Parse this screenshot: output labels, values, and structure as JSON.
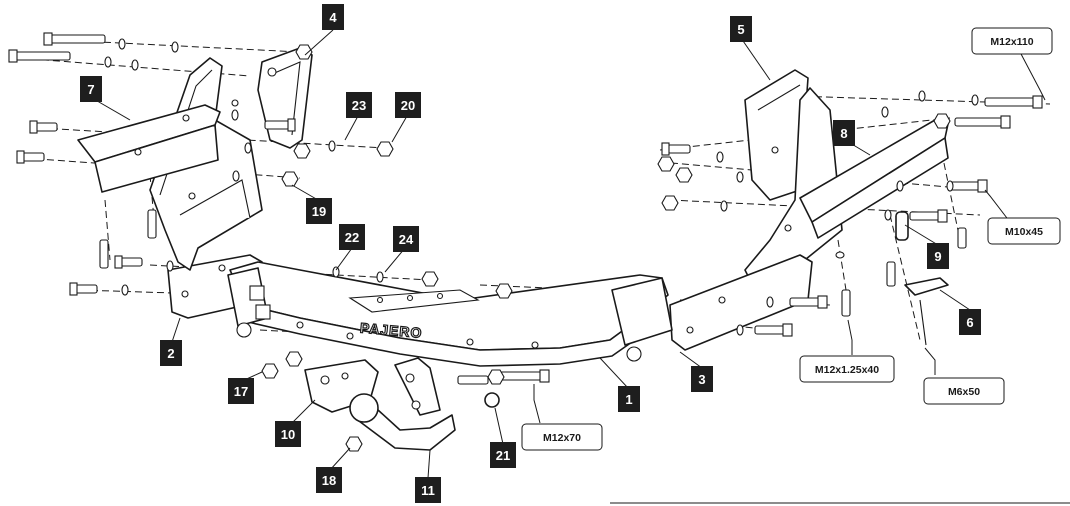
{
  "callouts": [
    {
      "id": "p1",
      "label": "1"
    },
    {
      "id": "p2",
      "label": "2"
    },
    {
      "id": "p3",
      "label": "3"
    },
    {
      "id": "p4",
      "label": "4"
    },
    {
      "id": "p5",
      "label": "5"
    },
    {
      "id": "p6",
      "label": "6"
    },
    {
      "id": "p7",
      "label": "7"
    },
    {
      "id": "p8",
      "label": "8"
    },
    {
      "id": "p9",
      "label": "9"
    },
    {
      "id": "p10",
      "label": "10"
    },
    {
      "id": "p11",
      "label": "11"
    },
    {
      "id": "p17",
      "label": "17"
    },
    {
      "id": "p18",
      "label": "18"
    },
    {
      "id": "p19",
      "label": "19"
    },
    {
      "id": "p20",
      "label": "20"
    },
    {
      "id": "p21",
      "label": "21"
    },
    {
      "id": "p22",
      "label": "22"
    },
    {
      "id": "p23",
      "label": "23"
    },
    {
      "id": "p24",
      "label": "24"
    }
  ],
  "bolt_specs": [
    {
      "id": "m12x110",
      "label": "M12x110"
    },
    {
      "id": "m10x45",
      "label": "M10x45"
    },
    {
      "id": "m12x125x40",
      "label": "M12x1.25x40"
    },
    {
      "id": "m6x50",
      "label": "M6x50"
    },
    {
      "id": "m12x70",
      "label": "M12x70"
    }
  ],
  "beam_logo": "PAJERO"
}
